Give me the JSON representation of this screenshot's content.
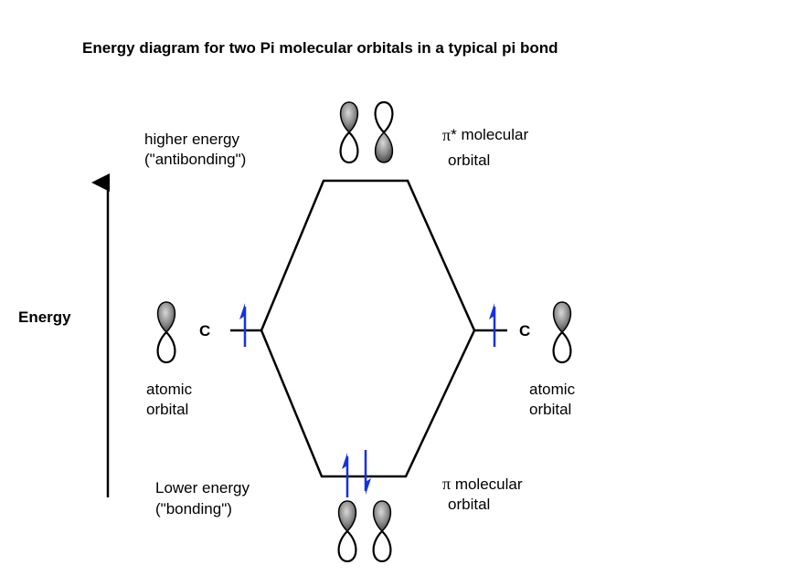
{
  "title": "Energy diagram for two Pi molecular orbitals in a typical pi bond",
  "energy_axis": {
    "label": "Energy"
  },
  "antibonding": {
    "label_line1": "higher energy",
    "label_line2": "(\"antibonding\")",
    "mo_symbol": "π",
    "mo_star": "*",
    "mo_label_rest": " molecular",
    "mo_label_line2": "orbital"
  },
  "bonding": {
    "label_line1": "Lower energy",
    "label_line2": "(\"bonding\")",
    "mo_symbol": "π",
    "mo_label_rest": " molecular",
    "mo_label_line2": "orbital",
    "electrons": [
      "up",
      "down"
    ]
  },
  "left_atom": {
    "symbol": "C",
    "label_line1": "atomic",
    "label_line2": "orbital",
    "electrons": [
      "up"
    ]
  },
  "right_atom": {
    "symbol": "C",
    "label_line1": "atomic",
    "label_line2": "orbital",
    "electrons": [
      "up"
    ]
  },
  "colors": {
    "electron": "#1530e8",
    "lines": "#000000",
    "filled_lobe": "#8a8a8a",
    "background": "#ffffff"
  },
  "icons": {
    "p_orbital_open_top": "p-orbital-icon",
    "energy_arrow": "arrow-up-icon",
    "electron_spin": "half-arrow-icon"
  }
}
